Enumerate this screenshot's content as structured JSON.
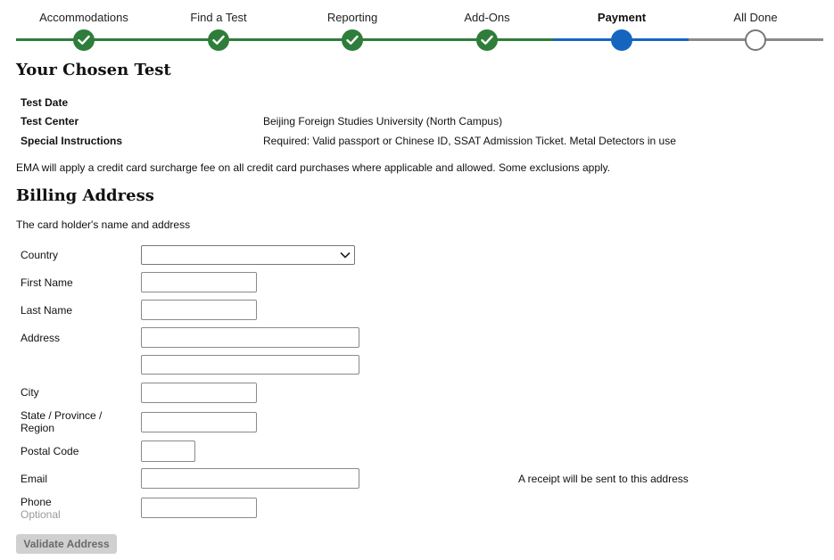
{
  "steps": [
    {
      "label": "Accommodations",
      "state": "done"
    },
    {
      "label": "Find a Test",
      "state": "done"
    },
    {
      "label": "Reporting",
      "state": "done"
    },
    {
      "label": "Add-Ons",
      "state": "done"
    },
    {
      "label": "Payment",
      "state": "current"
    },
    {
      "label": "All Done",
      "state": "todo"
    }
  ],
  "colors": {
    "done": "#2e7d3a",
    "current": "#1565c0",
    "todo": "#777777"
  },
  "chosen_test": {
    "title": "Your Chosen Test",
    "rows": [
      {
        "label": "Test Date",
        "value": ""
      },
      {
        "label": "Test Center",
        "value": "Beijing Foreign Studies University (North Campus)"
      },
      {
        "label": "Special Instructions",
        "value": "Required: Valid passport or Chinese ID, SSAT Admission Ticket. Metal Detectors in use"
      }
    ],
    "surcharge_note": "EMA will apply a credit card surcharge fee on all credit card purchases where applicable and allowed. Some exclusions apply."
  },
  "billing": {
    "title": "Billing Address",
    "subtitle": "The card holder's name and address",
    "country_label": "Country",
    "country_value": "",
    "first_name_label": "First Name",
    "last_name_label": "Last Name",
    "address_label": "Address",
    "address_line1_value": "",
    "address_line2_value": "",
    "city_label": "City",
    "state_label_line1": "State / Province /",
    "state_label_line2": "Region",
    "postal_label": "Postal Code",
    "email_label": "Email",
    "email_hint": "A receipt will be sent to this address",
    "phone_label": "Phone",
    "phone_optional": "Optional",
    "validate_button": "Validate Address"
  }
}
